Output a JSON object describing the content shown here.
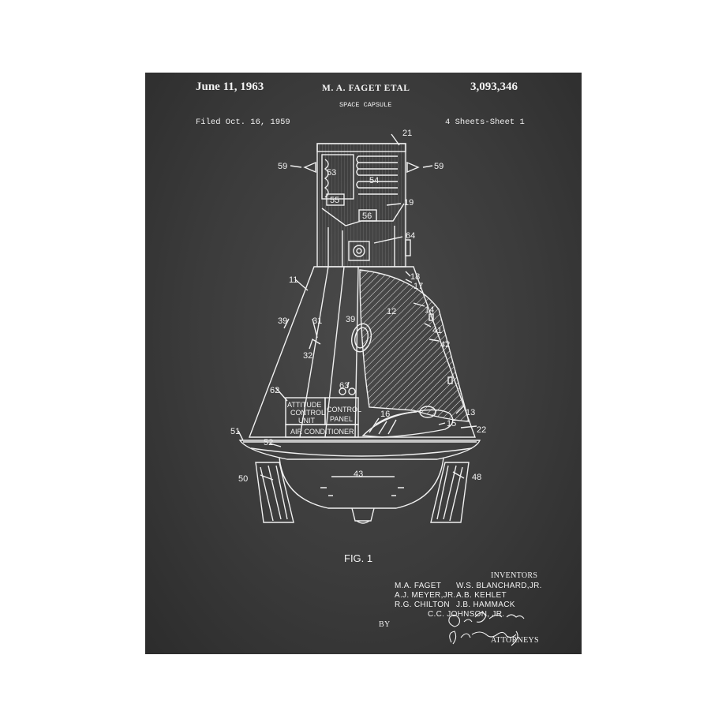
{
  "patent": {
    "date": "June 11, 1963",
    "inventor_header": "M. A. FAGET ETAL",
    "number": "3,093,346",
    "title": "SPACE CAPSULE",
    "filed": "Filed Oct. 16, 1959",
    "sheets": "4 Sheets-Sheet 1"
  },
  "figure": {
    "caption": "FIG. 1",
    "labels": {
      "l21": "21",
      "l59a": "59",
      "l59b": "59",
      "l53": "53",
      "l54": "54",
      "l55": "55",
      "l56": "56",
      "l19": "19",
      "l64": "64",
      "l18": "18",
      "l17": "17",
      "l11": "11",
      "l14": "14",
      "l41": "41",
      "l42": "42",
      "l39a": "39",
      "l31": "31",
      "l39b": "39",
      "l12": "12",
      "l32": "32",
      "l62": "62",
      "l63": "63",
      "l16": "16",
      "l13": "13",
      "l15": "15",
      "l22": "22",
      "l51": "51",
      "l52": "52",
      "l50": "50",
      "l48": "48",
      "l43": "43"
    },
    "panels": {
      "attitude": "ATTITUDE",
      "control": "CONTROL",
      "unit": "UNIT",
      "control2": "CONTROL",
      "panel": "PANEL",
      "air_conditioner": "AIR CONDITIONER"
    }
  },
  "inventors": {
    "heading": "INVENTORS",
    "row1": [
      "M.A. FAGET",
      "W.S. BLANCHARD,JR."
    ],
    "row2": [
      "A.J. MEYER,JR.",
      "A.B. KEHLET"
    ],
    "row3": [
      "R.G. CHILTON",
      "J.B. HAMMACK"
    ],
    "row4": "C.C. JOHNSON, JR.",
    "by": "BY",
    "attorneys": "ATTORNEYS",
    "signature1": "G.D. O'Brien",
    "signature2": "J.O. Tresansky"
  },
  "colors": {
    "board": "#3b3b3b",
    "chalk": "#f2f2f2",
    "page": "#ffffff"
  }
}
